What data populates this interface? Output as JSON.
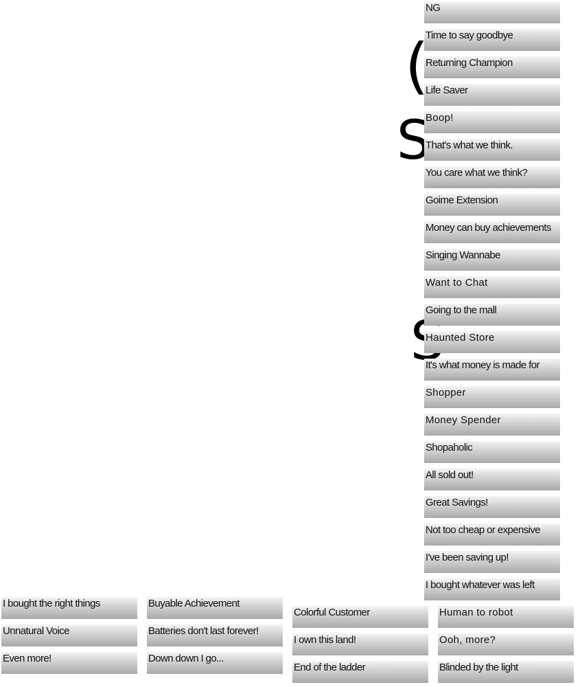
{
  "background_letters": [
    "(",
    "S",
    "S"
  ],
  "achievements_column": [
    {
      "label": "NG"
    },
    {
      "label": "Time to say goodbye"
    },
    {
      "label": "Returning Champion"
    },
    {
      "label": "Life Saver"
    },
    {
      "label": "Boop!"
    },
    {
      "label": "That's what we think."
    },
    {
      "label": "You care what we think?"
    },
    {
      "label": "Goime Extension"
    },
    {
      "label": "Money can buy achievements"
    },
    {
      "label": "Singing Wannabe"
    },
    {
      "label": "Want to Chat"
    },
    {
      "label": "Going to the mall"
    },
    {
      "label": "Haunted Store"
    },
    {
      "label": "It's what money is made for"
    },
    {
      "label": "Shopper"
    },
    {
      "label": "Money Spender"
    },
    {
      "label": "Shopaholic"
    },
    {
      "label": "All sold out!"
    },
    {
      "label": "Great Savings!"
    },
    {
      "label": "Not too cheap or expensive"
    },
    {
      "label": "I've been saving up!"
    },
    {
      "label": "I bought whatever was left"
    }
  ],
  "bottom_columns": [
    [
      {
        "label": "I bought the right things"
      },
      {
        "label": "Unnatural Voice"
      },
      {
        "label": "Even more!"
      }
    ],
    [
      {
        "label": "Buyable Achievement"
      },
      {
        "label": "Batteries don't last forever!"
      },
      {
        "label": "Down down I go..."
      }
    ],
    [
      {
        "label": "Colorful Customer"
      },
      {
        "label": "I own this land!"
      },
      {
        "label": "End of the ladder"
      }
    ],
    [
      {
        "label": "Human to robot"
      },
      {
        "label": "Ooh, more?"
      },
      {
        "label": "Blinded by the light"
      }
    ]
  ]
}
